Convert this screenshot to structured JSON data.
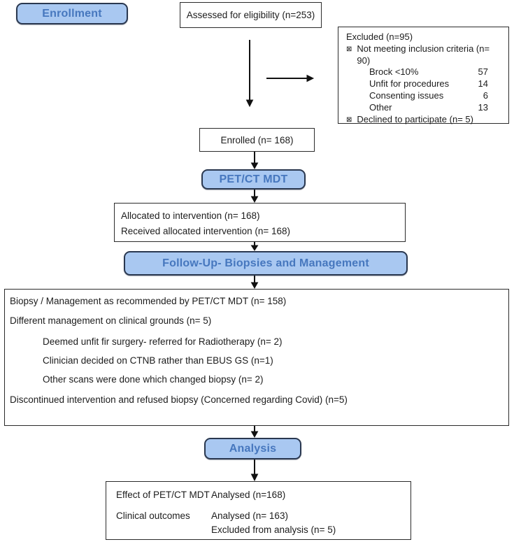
{
  "palette": {
    "stage_fill": "#a9c8f1",
    "stage_border": "#2a3850",
    "stage_text": "#4677be",
    "box_border": "#2b2b2b",
    "arrow_color": "#111111"
  },
  "stages": {
    "enrollment": "Enrollment",
    "petct": "PET/CT MDT",
    "followup": "Follow-Up- Biopsies and Management",
    "analysis": "Analysis"
  },
  "assessed": {
    "text": "Assessed for eligibility (n=253)"
  },
  "excluded": {
    "title": "Excluded (n=95)",
    "bullet_glyph": "⊠",
    "reason1": "Not meeting inclusion criteria (n= 90)",
    "sub": [
      {
        "label": "Brock <10%",
        "value": "57"
      },
      {
        "label": "Unfit for procedures",
        "value": "14"
      },
      {
        "label": "Consenting issues",
        "value": "6"
      },
      {
        "label": "Other",
        "value": "13"
      }
    ],
    "reason2": "Declined to participate (n= 5)"
  },
  "enrolled": {
    "text": "Enrolled (n= 168)"
  },
  "allocation": {
    "line1": "Allocated to intervention (n= 168)",
    "line2": "Received allocated intervention (n= 168)"
  },
  "management": {
    "lines": [
      "Biopsy / Management as recommended by PET/CT MDT (n= 158)",
      "Different management on clinical grounds (n= 5)",
      "Deemed unfit fir surgery- referred for Radiotherapy (n= 2)",
      "Clinician decided on CTNB rather than EBUS GS (n=1)",
      "Other scans were done which changed biopsy (n= 2)",
      "Discontinued intervention and refused biopsy (Concerned regarding Covid) (n=5)"
    ]
  },
  "analysis_results": {
    "row1_label": "Effect of PET/CT MDT",
    "row1_value": "Analysed (n=168)",
    "row2_label": "Clinical outcomes",
    "row2_value": "Analysed (n= 163)",
    "row3_value": "Excluded from analysis (n= 5)"
  }
}
